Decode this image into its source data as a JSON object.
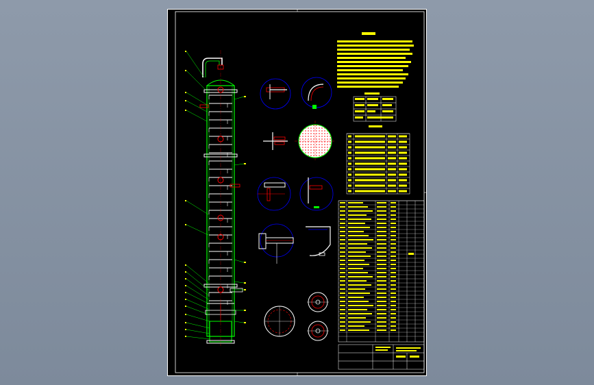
{
  "viewer": {
    "background_color": "#8795a6"
  },
  "drawing": {
    "title": "",
    "colors": {
      "sheet": "#000000",
      "border": "#ffffff",
      "outline": "#00ff00",
      "text": "#ffff00",
      "detail_lines": "#ff0000",
      "section_circle": "#0000ff",
      "leaders": "#00ff00"
    },
    "views": [
      {
        "name": "tower-elevation"
      },
      {
        "name": "detail-nozzle-top"
      },
      {
        "name": "detail-elbow-top"
      },
      {
        "name": "detail-flange-cross"
      },
      {
        "name": "detail-manway-section"
      },
      {
        "name": "detail-tray-joint-a"
      },
      {
        "name": "detail-tray-joint-b"
      },
      {
        "name": "detail-feed-nozzle"
      },
      {
        "name": "detail-skirt-arc"
      },
      {
        "name": "detail-support-ring"
      },
      {
        "name": "detail-flange-plan-a"
      },
      {
        "name": "detail-flange-plan-b"
      }
    ],
    "notes_block": {
      "visible": true
    },
    "parts_table": {
      "visible": true
    },
    "title_block": {
      "visible": true
    }
  }
}
